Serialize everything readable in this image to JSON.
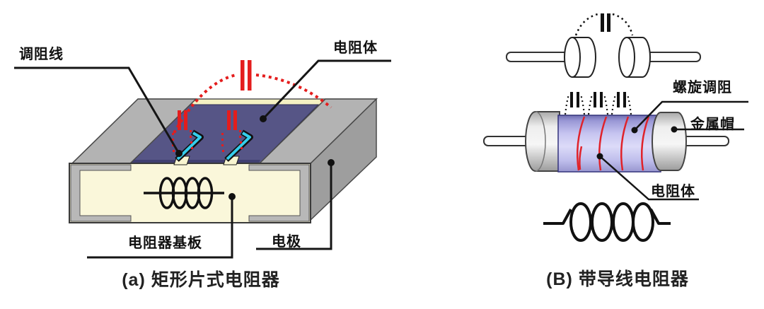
{
  "panels": [
    {
      "id": "a",
      "caption": "(a) 矩形片式电阻器",
      "labels": {
        "trim_line": "调阻线",
        "resistor_body": "电阻体",
        "substrate": "电阻器基板",
        "electrode": "电极"
      }
    },
    {
      "id": "B",
      "caption": "(B) 带导线电阻器",
      "labels": {
        "spiral_trim": "螺旋调阻",
        "metal_cap": "金属帽",
        "resistor_body": "电阻体"
      }
    }
  ],
  "colors": {
    "resistive_film": "#565586",
    "substrate_cream": "#f8f5d0",
    "electrode_gray": "#b3b3b3",
    "cylinder_body": "#c9c7f2",
    "capacitance_red": "#e41d1d",
    "laser_trim_cyan": "#35cdec",
    "line_black": "#111111"
  }
}
